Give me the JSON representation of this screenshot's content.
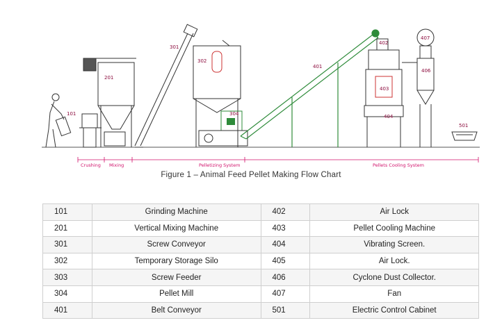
{
  "diagram": {
    "callouts": {
      "c101": "101",
      "c201": "201",
      "c301": "301",
      "c302": "302",
      "c304": "304",
      "c401": "401",
      "c402": "402",
      "c403": "403",
      "c404": "404",
      "c406": "406",
      "c407": "407",
      "c501": "501"
    },
    "sections": {
      "crushing": "Crushing",
      "mixing": "Mixing",
      "pelletizing": "Pelletizing System",
      "cooling": "Pellets Cooling System"
    },
    "colors": {
      "line": "#333333",
      "accent": "#d0106a",
      "belt": "#2e8b3a",
      "callout": "#8b0a3c"
    }
  },
  "caption": "Figure 1 – Animal Feed Pellet Making Flow Chart",
  "legend": {
    "rows": [
      {
        "c1": "101",
        "n1": "Grinding Machine",
        "c2": "402",
        "n2": "Air Lock"
      },
      {
        "c1": "201",
        "n1": "Vertical Mixing Machine",
        "c2": "403",
        "n2": "Pellet Cooling Machine"
      },
      {
        "c1": "301",
        "n1": "Screw Conveyor",
        "c2": "404",
        "n2": "Vibrating Screen."
      },
      {
        "c1": "302",
        "n1": "Temporary Storage Silo",
        "c2": "405",
        "n2": "Air Lock."
      },
      {
        "c1": "303",
        "n1": "Screw Feeder",
        "c2": "406",
        "n2": "Cyclone Dust Collector."
      },
      {
        "c1": "304",
        "n1": "Pellet Mill",
        "c2": "407",
        "n2": "Fan"
      },
      {
        "c1": "401",
        "n1": "Belt Conveyor",
        "c2": "501",
        "n2": "Electric Control Cabinet"
      }
    ]
  }
}
